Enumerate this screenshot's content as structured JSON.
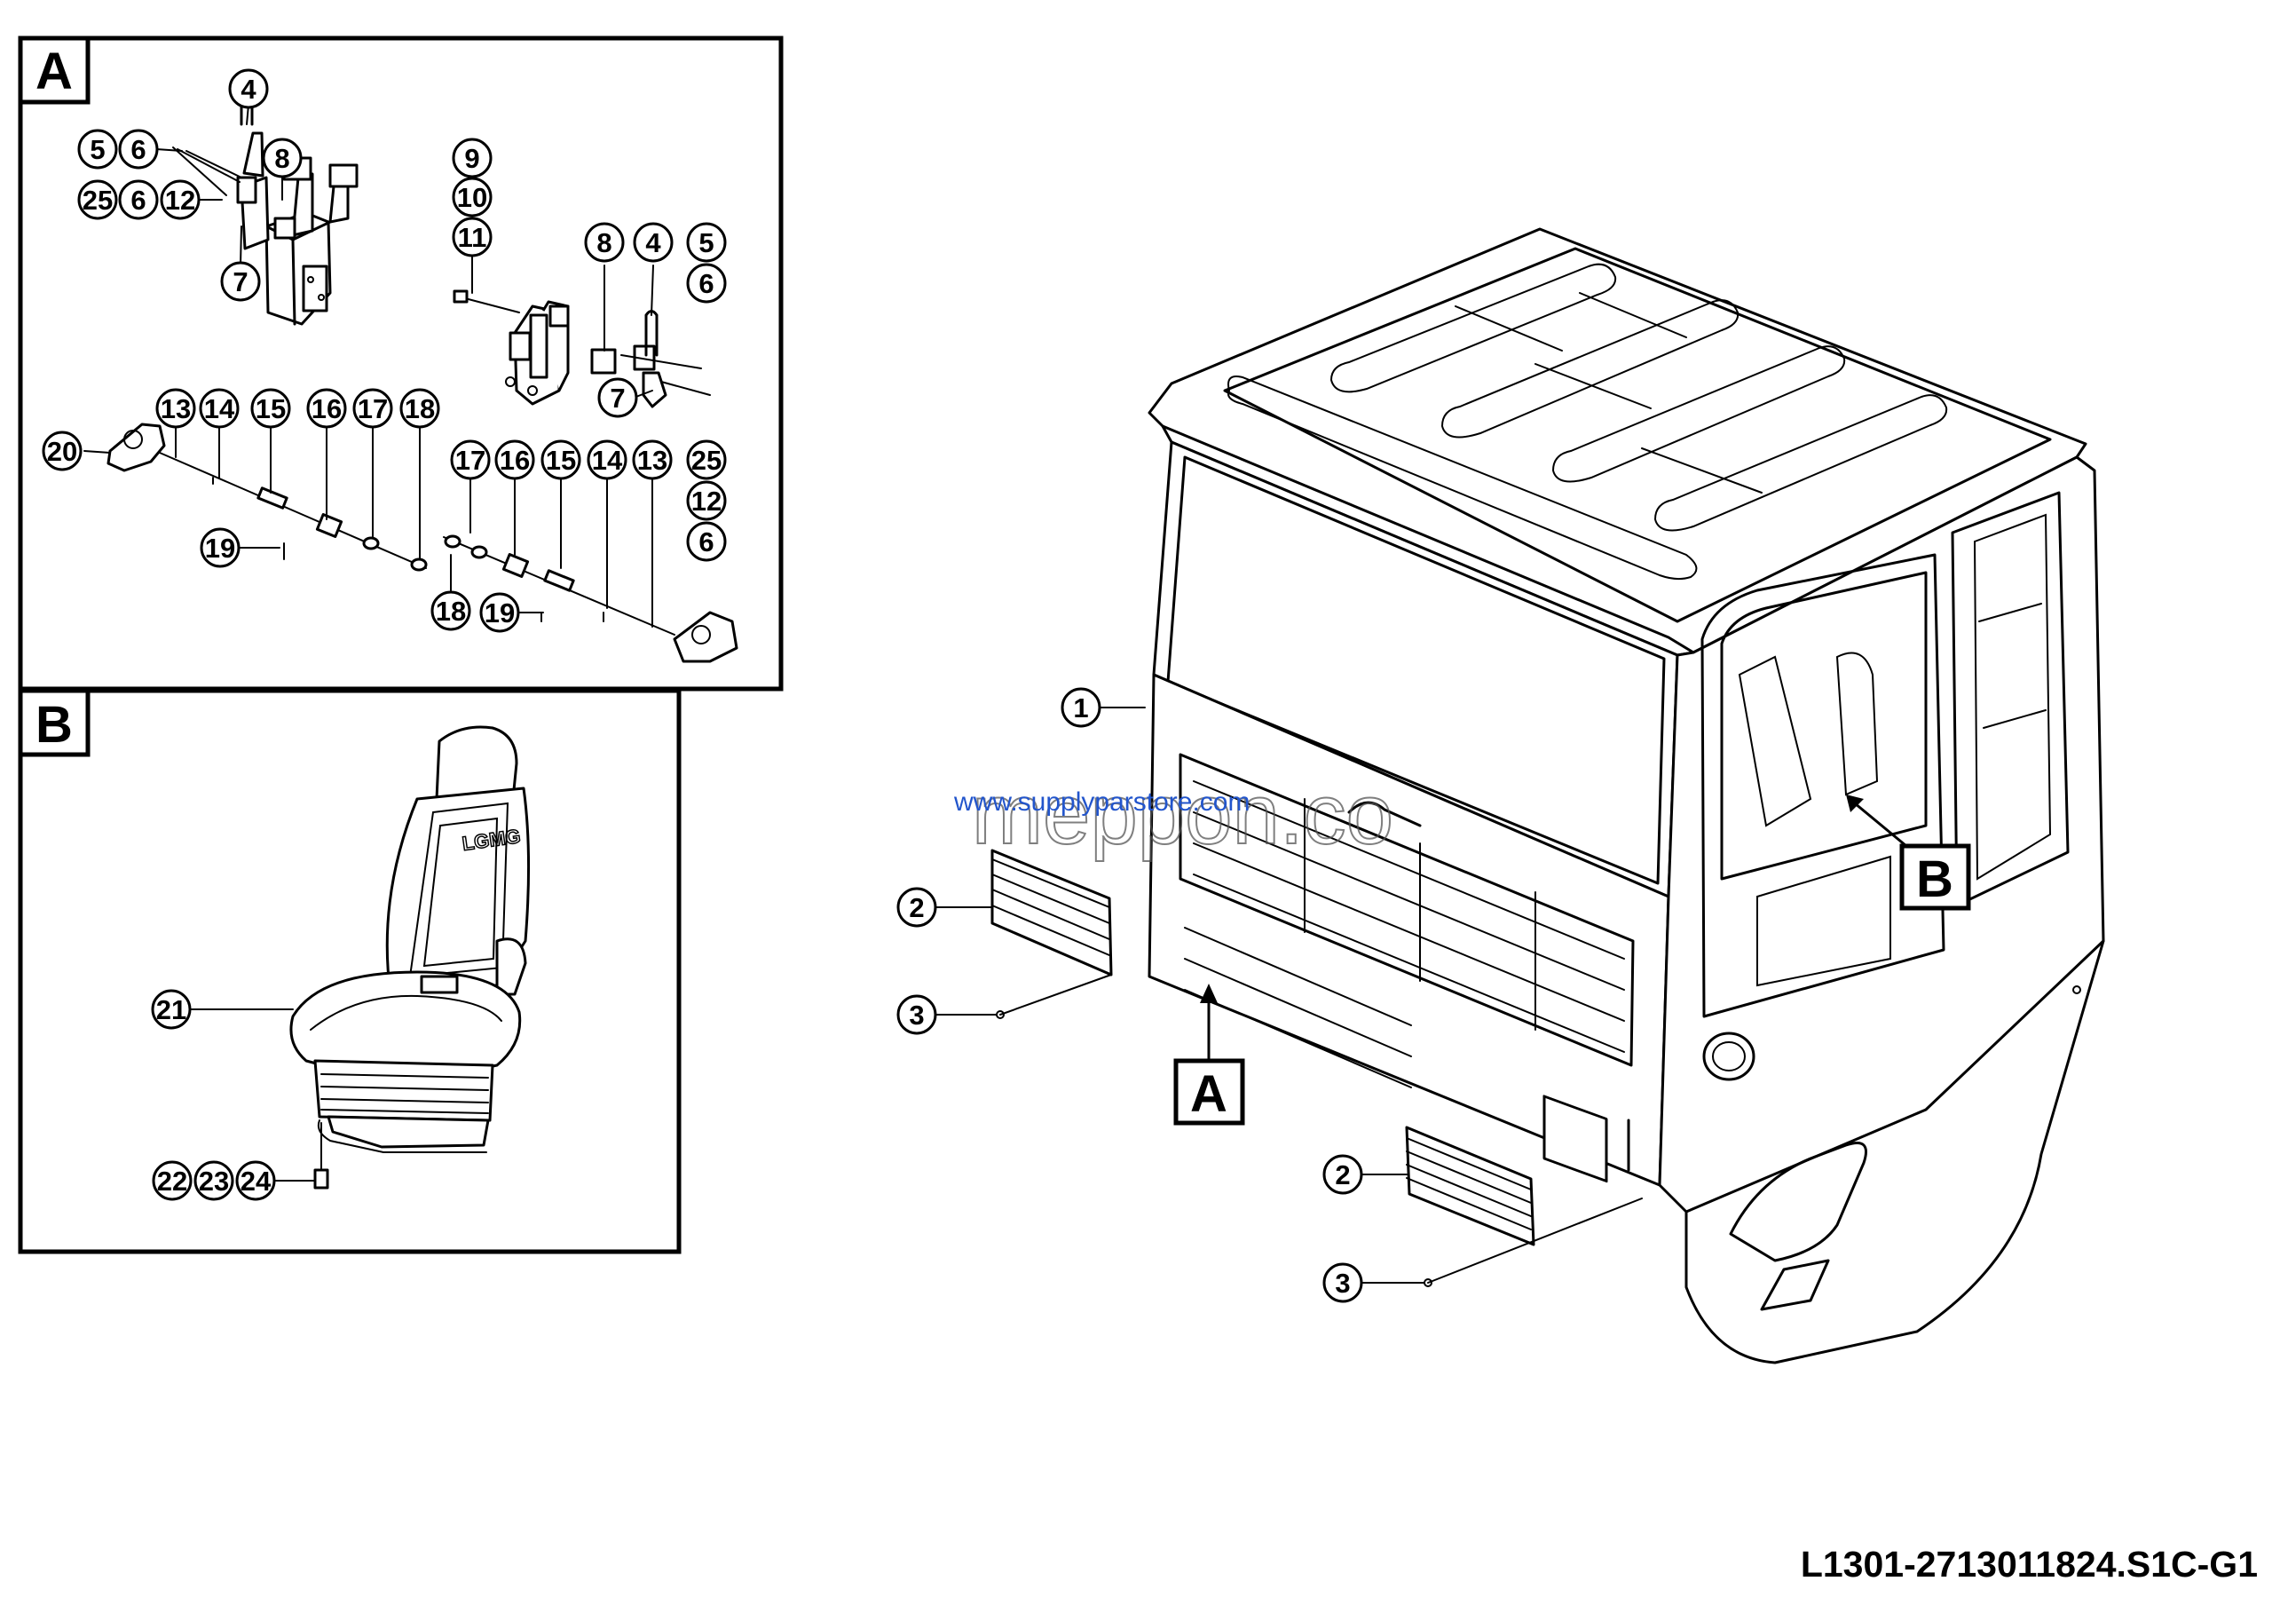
{
  "drawing_code": "L1301-2713011824.S1C-G1",
  "watermark": {
    "url": "www.supplyparstore.com",
    "mark": "meppon.co"
  },
  "detail_boxes": [
    {
      "id": "A",
      "letter": "A"
    },
    {
      "id": "B",
      "letter": "B"
    }
  ],
  "reference_tags": [
    {
      "id": "tag-a",
      "letter": "A"
    },
    {
      "id": "tag-b",
      "letter": "B"
    }
  ],
  "callouts": [
    {
      "id": "a-4-left",
      "text": "4"
    },
    {
      "id": "a-5-left",
      "text": "5"
    },
    {
      "id": "a-6-left-top",
      "text": "6"
    },
    {
      "id": "a-8-left",
      "text": "8"
    },
    {
      "id": "a-25-left",
      "text": "25"
    },
    {
      "id": "a-6-left-mid",
      "text": "6"
    },
    {
      "id": "a-12-left",
      "text": "12"
    },
    {
      "id": "a-7-left",
      "text": "7"
    },
    {
      "id": "a-9",
      "text": "9"
    },
    {
      "id": "a-10",
      "text": "10"
    },
    {
      "id": "a-11",
      "text": "11"
    },
    {
      "id": "a-8-right",
      "text": "8"
    },
    {
      "id": "a-4-right",
      "text": "4"
    },
    {
      "id": "a-5-right",
      "text": "5"
    },
    {
      "id": "a-6-right-top",
      "text": "6"
    },
    {
      "id": "a-7-right",
      "text": "7"
    },
    {
      "id": "a-13-left",
      "text": "13"
    },
    {
      "id": "a-14-left",
      "text": "14"
    },
    {
      "id": "a-15-left",
      "text": "15"
    },
    {
      "id": "a-16-left",
      "text": "16"
    },
    {
      "id": "a-17-left",
      "text": "17"
    },
    {
      "id": "a-18-left",
      "text": "18"
    },
    {
      "id": "a-20",
      "text": "20"
    },
    {
      "id": "a-19-left",
      "text": "19"
    },
    {
      "id": "a-17-right",
      "text": "17"
    },
    {
      "id": "a-16-right",
      "text": "16"
    },
    {
      "id": "a-15-right",
      "text": "15"
    },
    {
      "id": "a-14-right",
      "text": "14"
    },
    {
      "id": "a-13-right",
      "text": "13"
    },
    {
      "id": "a-25-right",
      "text": "25"
    },
    {
      "id": "a-12-right",
      "text": "12"
    },
    {
      "id": "a-6-right-bottom",
      "text": "6"
    },
    {
      "id": "a-18-right",
      "text": "18"
    },
    {
      "id": "a-19-right",
      "text": "19"
    },
    {
      "id": "b-21",
      "text": "21"
    },
    {
      "id": "b-22",
      "text": "22"
    },
    {
      "id": "b-23",
      "text": "23"
    },
    {
      "id": "b-24",
      "text": "24"
    },
    {
      "id": "main-1",
      "text": "1"
    },
    {
      "id": "main-2-upper",
      "text": "2"
    },
    {
      "id": "main-3-upper",
      "text": "3"
    },
    {
      "id": "main-2-lower",
      "text": "2"
    },
    {
      "id": "main-3-lower",
      "text": "3"
    }
  ]
}
